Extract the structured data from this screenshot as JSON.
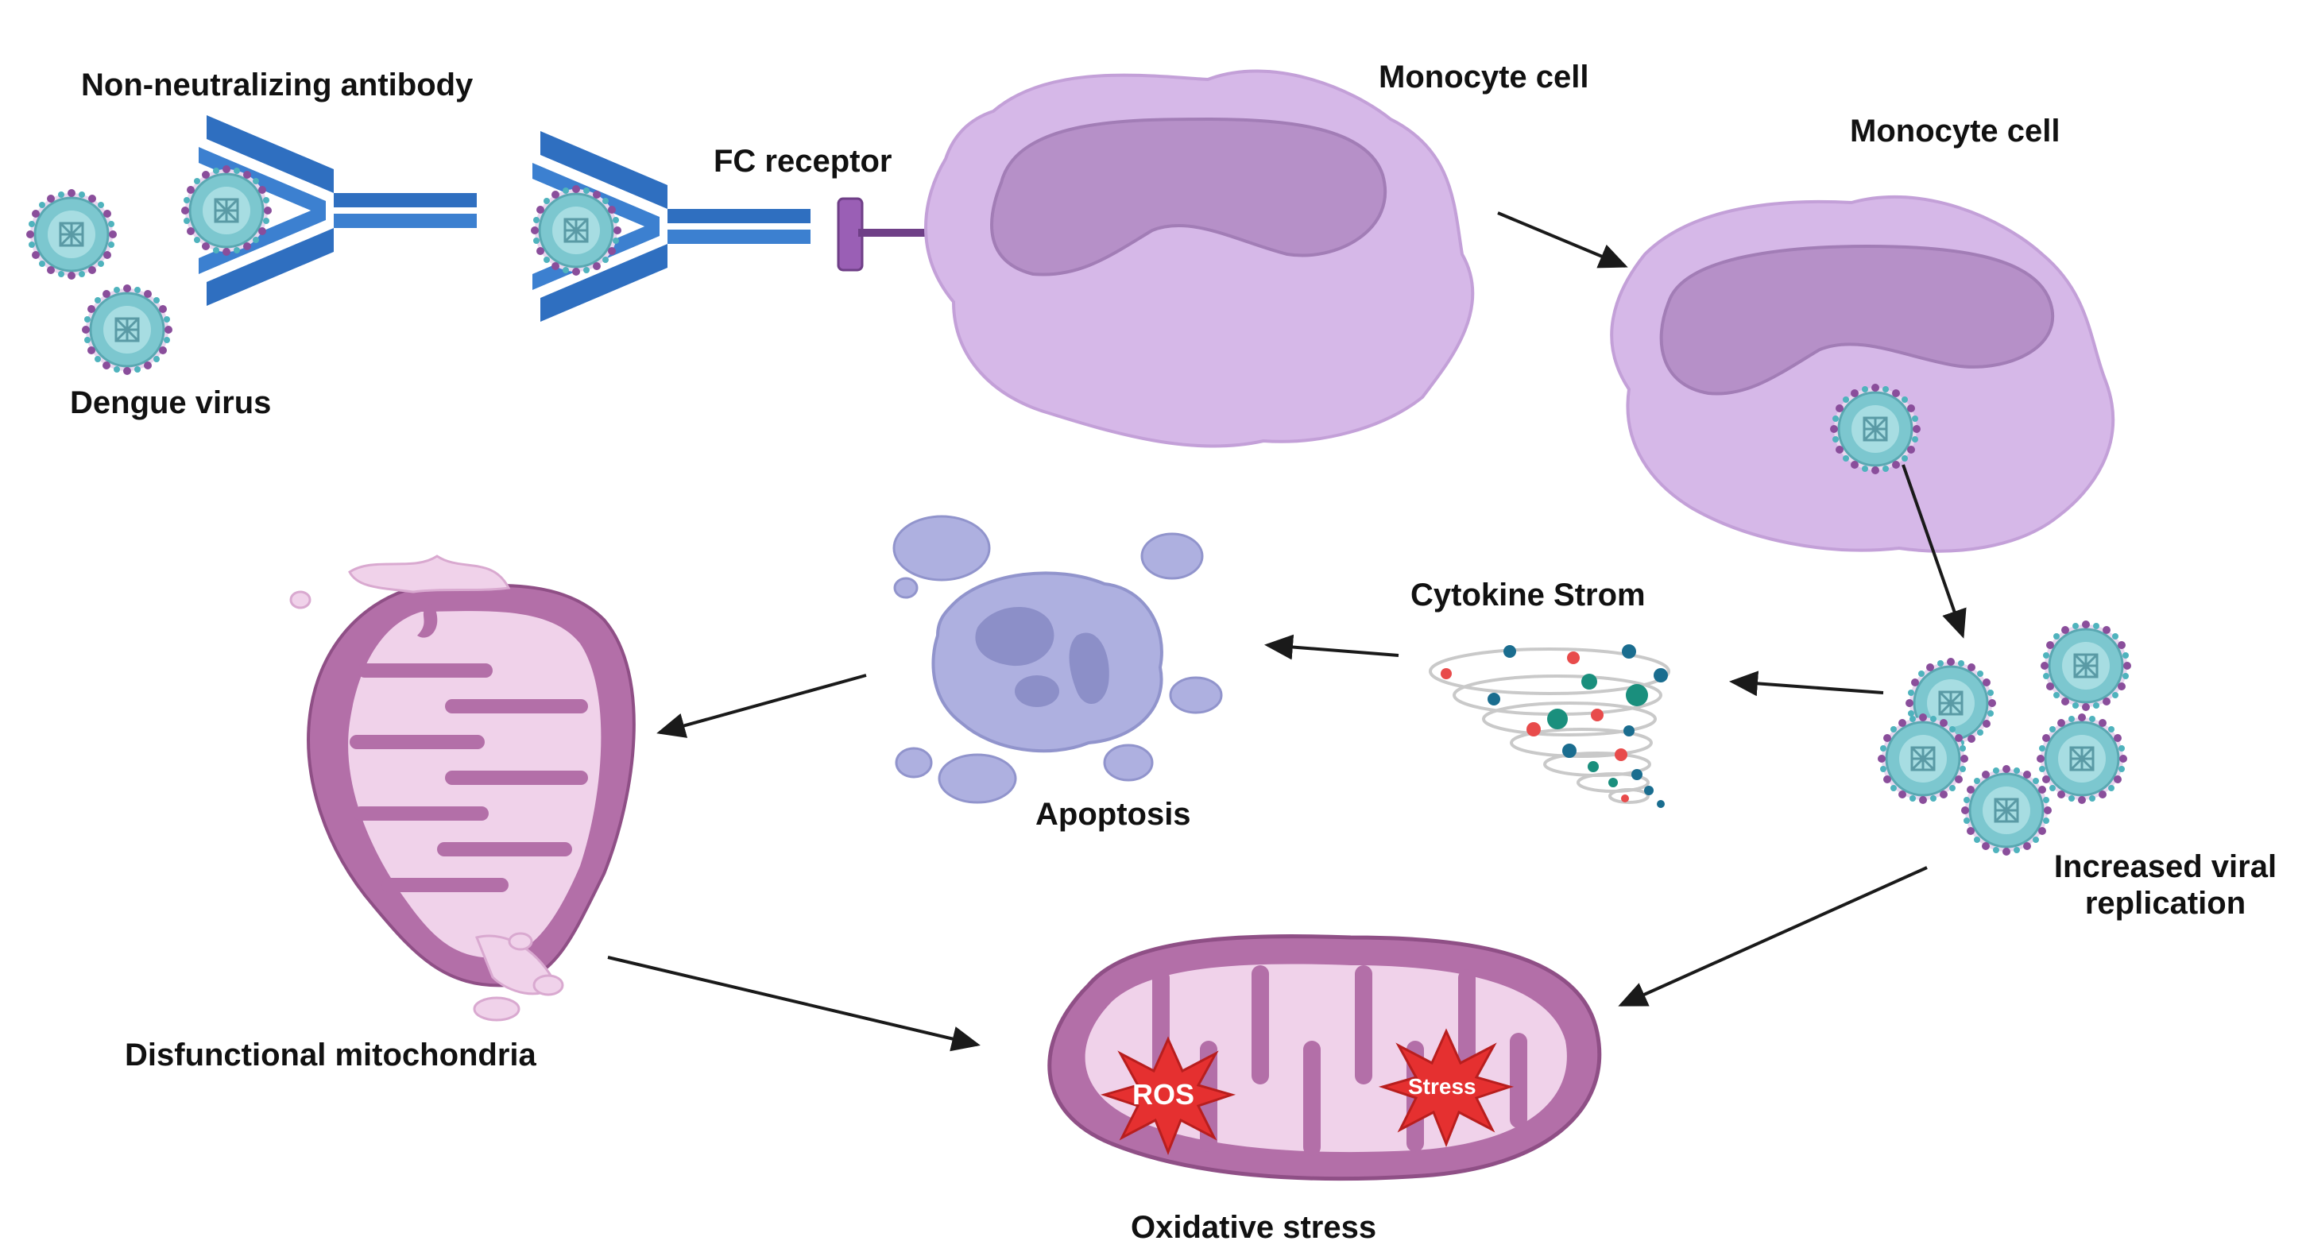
{
  "labels": {
    "antibody": "Non-neutralizing antibody",
    "dengue_virus": "Dengue virus",
    "fc_receptor": "FC receptor",
    "monocyte_1": "Monocyte cell",
    "monocyte_2": "Monocyte cell",
    "cytokine_storm": "Cytokine Strom",
    "apoptosis": "Apoptosis",
    "dysfunctional_mito": "Disfunctional mitochondria",
    "viral_replication_1": "Increased viral",
    "viral_replication_2": "replication",
    "oxidative_stress": "Oxidative stress",
    "ros": "ROS",
    "stress": "Stress"
  },
  "colors": {
    "virus_fill": "#7cc7cf",
    "virus_spike": "#8a4e9b",
    "antibody": "#2f6fc0",
    "monocyte_body": "#d6b8e8",
    "monocyte_nucleus": "#b690c8",
    "mito_outer": "#b36fa8",
    "mito_inner": "#f0d2ea",
    "apoptosis_body": "#aeb0e0",
    "ros_star": "#e53030",
    "arrow": "#1a1a1a"
  },
  "icons": [
    "virus-icon",
    "antibody-icon",
    "fc-receptor-icon",
    "monocyte-icon",
    "cytokine-storm-icon",
    "apoptotic-cell-icon",
    "mitochondria-icon",
    "ros-burst-icon"
  ]
}
